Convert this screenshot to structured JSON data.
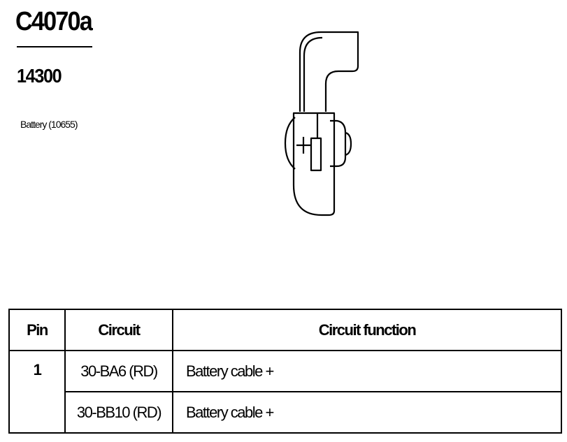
{
  "header": {
    "connector_code": "C4070a",
    "part_number": "14300",
    "component": "Battery (10655)"
  },
  "drawing": {
    "icon": "battery-terminal-connector-drawing"
  },
  "table": {
    "headers": [
      "Pin",
      "Circuit",
      "Circuit function"
    ],
    "rows": [
      {
        "pin": "1",
        "circuit": "30-BA6 (RD)",
        "function": "Battery cable +"
      },
      {
        "pin": "",
        "circuit": "30-BB10 (RD)",
        "function": "Battery cable +"
      }
    ]
  }
}
